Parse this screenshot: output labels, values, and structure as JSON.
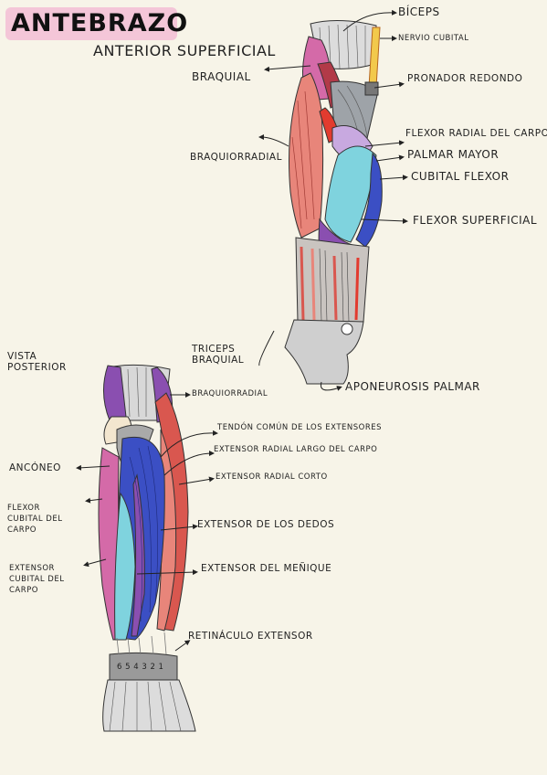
{
  "title": "ANTEBRAZO",
  "subtitle": "ANTERIOR SUPERFICIAL",
  "anterior_labels": {
    "biceps": "BÍCEPS",
    "nervio_cubital": "NERVIO CUBITAL",
    "braquial": "BRAQUIAL",
    "pronador_redondo": "PRONADOR REDONDO",
    "flexor_radial_carpo": "FLEXOR RADIAL DEL CARPO",
    "braquiorradial": "BRAQUIORRADIAL",
    "palmar_mayor": "PALMAR MAYOR",
    "cubital_flexor": "CUBITAL FLEXOR",
    "flexor_superficial": "FLEXOR SUPERFICIAL",
    "aponeurosis_palmar": "APONEUROSIS PALMAR"
  },
  "posterior_labels": {
    "vista_posterior": "VISTA\nPOSTERIOR",
    "triceps_braquial": "TRICEPS\nBRAQUIAL",
    "braquiorradial": "BRAQUIORRADIAL",
    "tendon_comun": "TENDÓN COMÚN DE LOS EXTENSORES",
    "extensor_radial_largo": "EXTENSOR RADIAL LARGO DEL CARPO",
    "anconeo": "ANCÓNEO",
    "extensor_radial_corto": "EXTENSOR RADIAL CORTO",
    "flexor_cubital_carpo": "FLEXOR\nCUBITAL DEL\nCARPO",
    "extensor_dedos": "EXTENSOR DE LOS DEDOS",
    "extensor_cubital_carpo": "EXTENSOR\nCUBITAL DEL\nCARPO",
    "extensor_menique": "EXTENSOR DEL MEÑIQUE",
    "retinaculo_extensor": "RETINÁCULO EXTENSOR"
  },
  "retinaculo_numbers": "6 5  4  3 2 1",
  "colors": {
    "background": "#f7f4e8",
    "highlight": "#f4c6d8",
    "muscle_red": "#d9574f",
    "muscle_salmon": "#e8857a",
    "muscle_purple": "#8a4fb0",
    "muscle_cyan": "#7fd3de",
    "muscle_blue": "#3b4fc4",
    "muscle_pink": "#d46aa8",
    "tendon_grey": "#bfbfbf",
    "bone_cream": "#f3e6cf"
  }
}
